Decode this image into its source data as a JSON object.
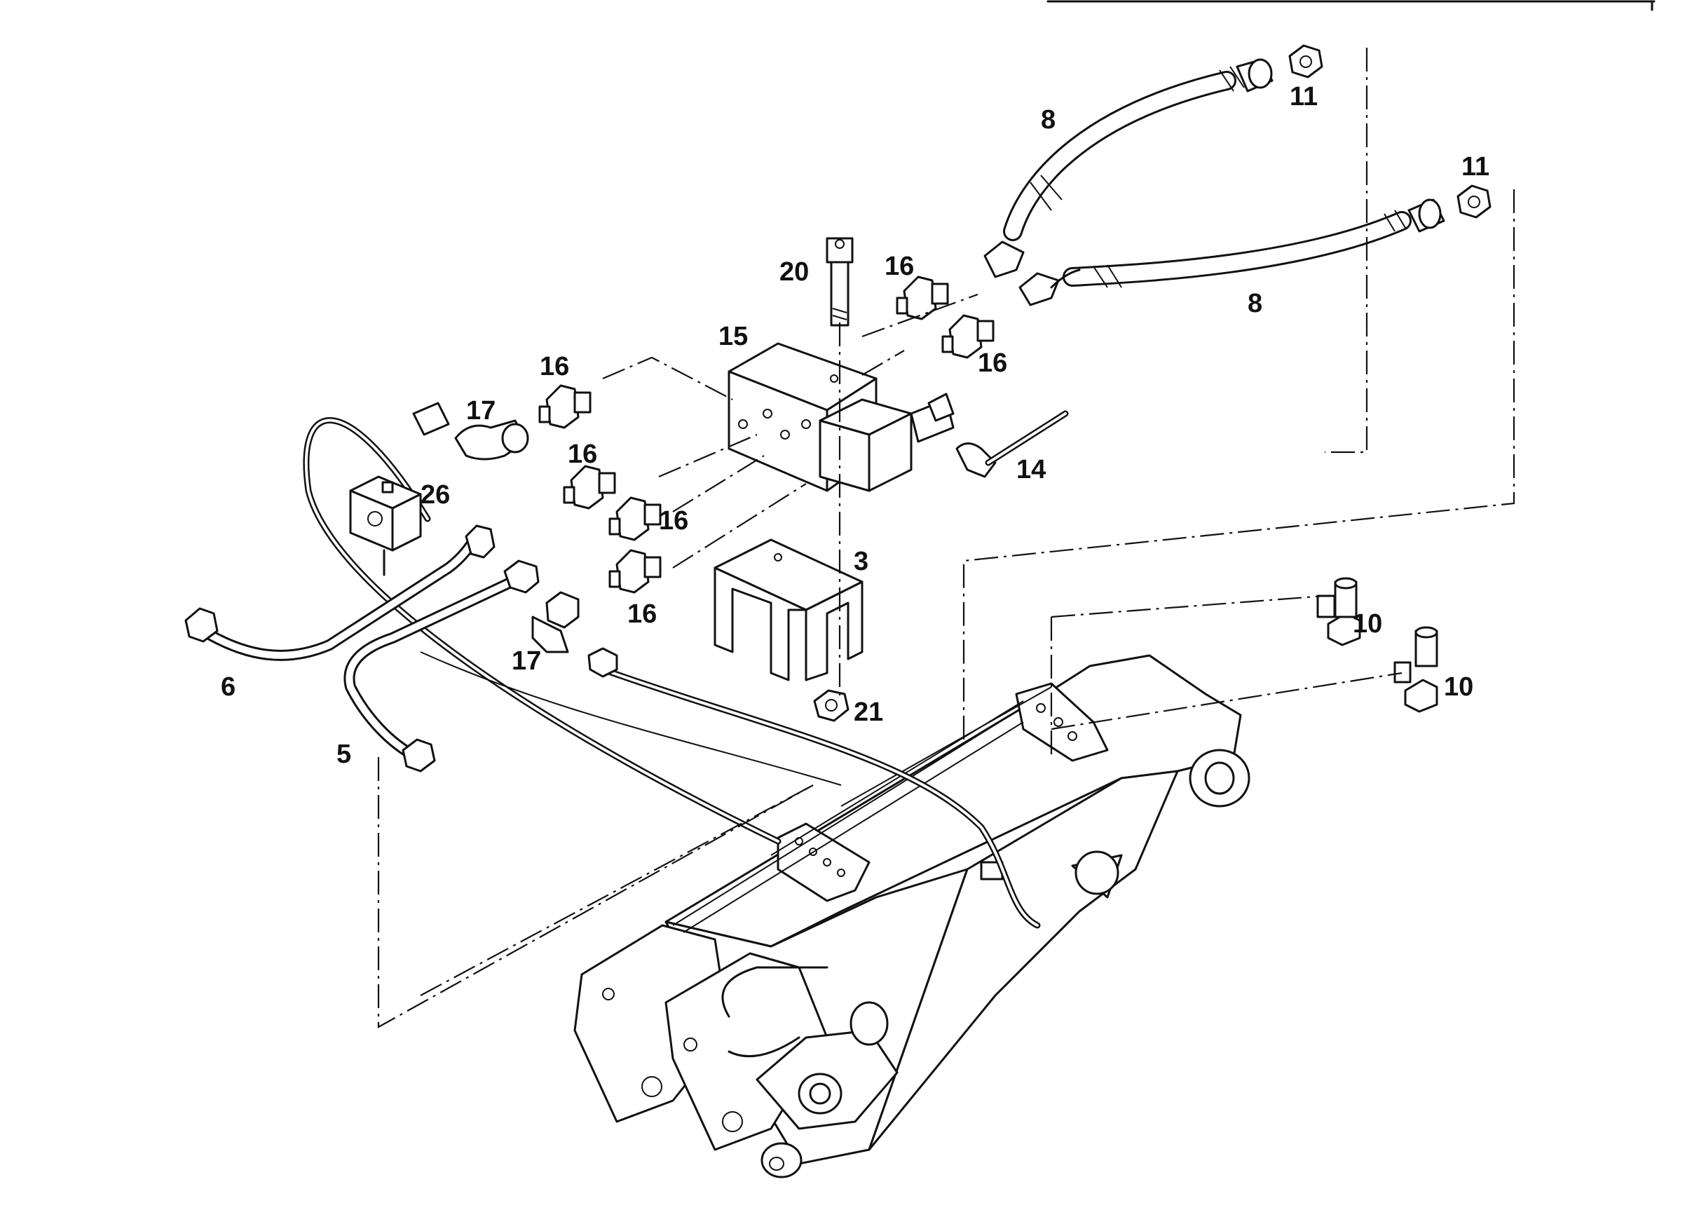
{
  "labels": {
    "l8a": "8",
    "l8b": "8",
    "l11a": "11",
    "l11b": "11",
    "l20": "20",
    "l16a": "16",
    "l16b": "16",
    "l16c": "16",
    "l16d": "16",
    "l16e": "16",
    "l16f": "16",
    "l15": "15",
    "l17a": "17",
    "l17b": "17",
    "l14": "14",
    "l26": "26",
    "l3": "3",
    "l21": "21",
    "l10a": "10",
    "l10b": "10",
    "l6": "6",
    "l5": "5"
  }
}
